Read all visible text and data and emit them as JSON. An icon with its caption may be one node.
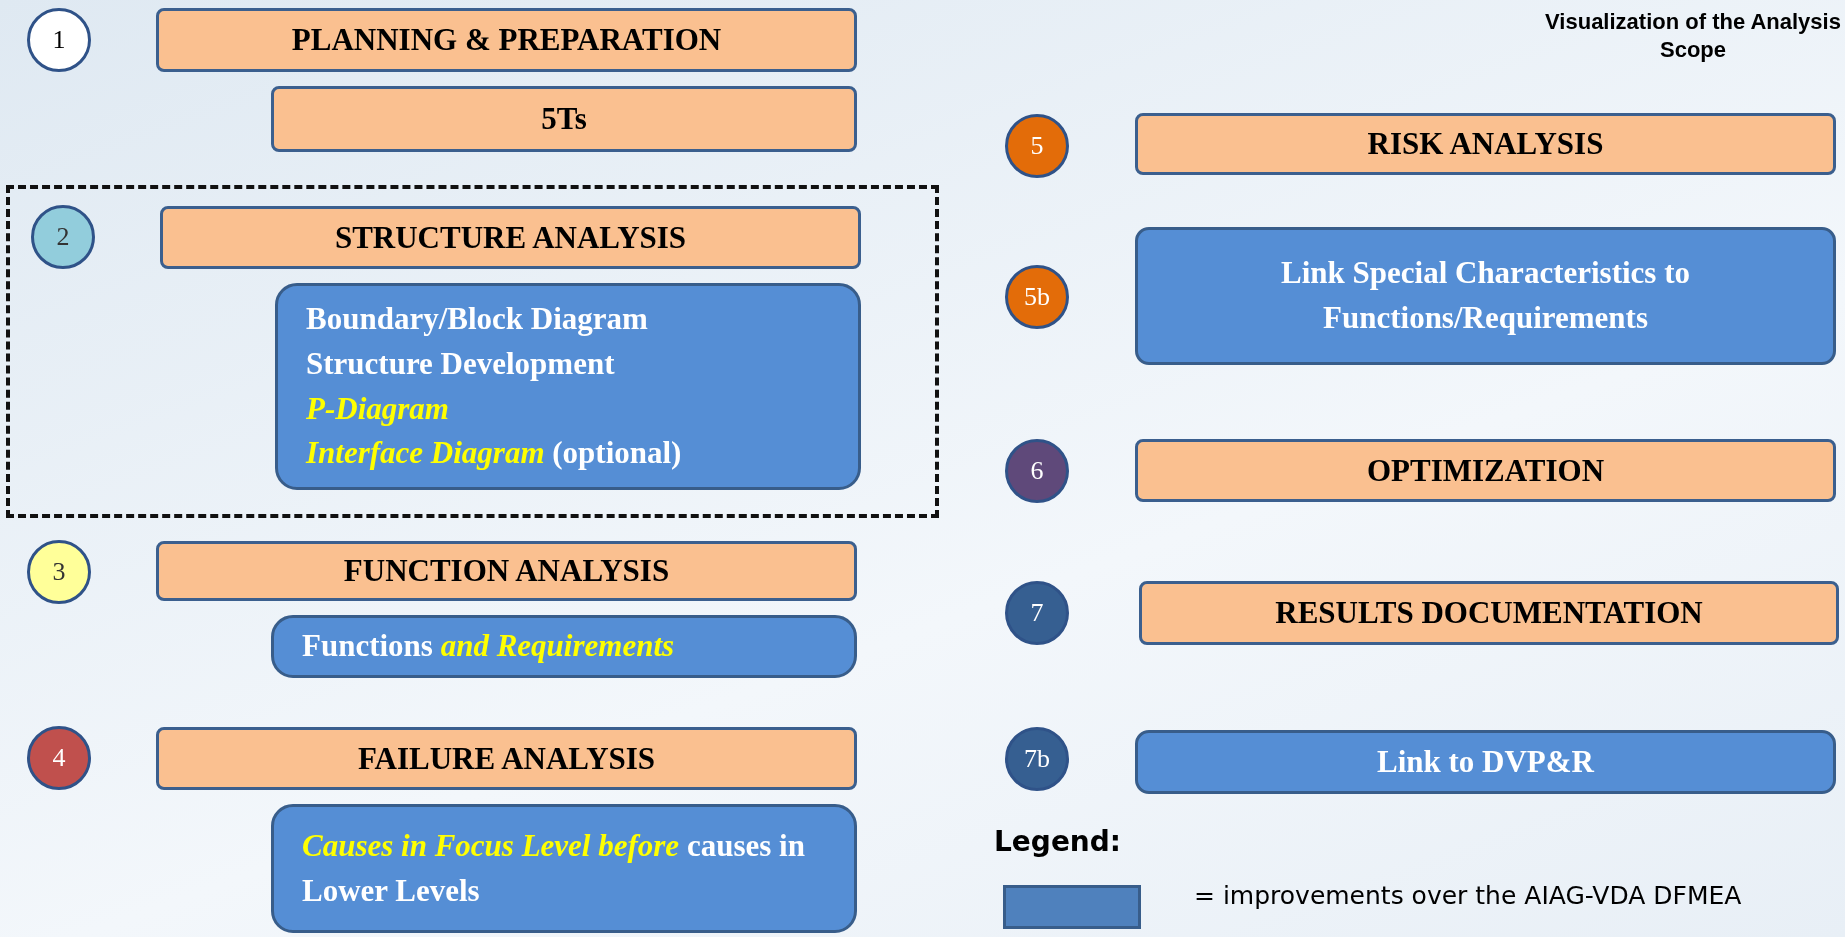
{
  "diagram": {
    "title": "Visualization of the Analysis Scope",
    "nodes": [
      {
        "text": [
          "1"
        ]
      },
      {
        "text": [
          "PLANNING & PREPARATION"
        ]
      },
      {
        "text": [
          "5Ts"
        ]
      },
      {
        "text": [],
        "shape": "box"
      },
      {
        "text": [
          "2"
        ],
        "in": 3
      },
      {
        "text": [
          "STRUCTURE ANALYSIS"
        ],
        "in": 3
      },
      {
        "text": [
          "Boundary/Block Diagram",
          "Structure Development",
          "*P-Diagram*",
          "*Interface Diagram* (optional)"
        ],
        "in": 3
      },
      {
        "text": [
          "3"
        ]
      },
      {
        "text": [
          "FUNCTION ANALYSIS"
        ]
      },
      {
        "text": [
          "Functions *and Requirements*"
        ]
      },
      {
        "text": [
          "4"
        ]
      },
      {
        "text": [
          "FAILURE ANALYSIS"
        ]
      },
      {
        "text": [
          "*Causes in Focus Level before* causes in Lower Levels"
        ]
      },
      {
        "text": [
          "5"
        ]
      },
      {
        "text": [
          "RISK ANALYSIS"
        ]
      },
      {
        "text": [
          "5b"
        ]
      },
      {
        "text": [
          "Link Special Characteristics to Functions/Requirements"
        ]
      },
      {
        "text": [
          "6"
        ]
      },
      {
        "text": [
          "OPTIMIZATION"
        ]
      },
      {
        "text": [
          "7"
        ]
      },
      {
        "text": [
          "RESULTS DOCUMENTATION"
        ]
      },
      {
        "text": [
          "7b"
        ]
      },
      {
        "text": [
          "Link to DVP&R"
        ]
      }
    ],
    "edges": [],
    "labels": [
      "Legend:"
    ],
    "legend": [
      {
        "text": "= improvements over the AIAG-VDA DFMEA",
        "color": "#4f81bd"
      }
    ]
  }
}
